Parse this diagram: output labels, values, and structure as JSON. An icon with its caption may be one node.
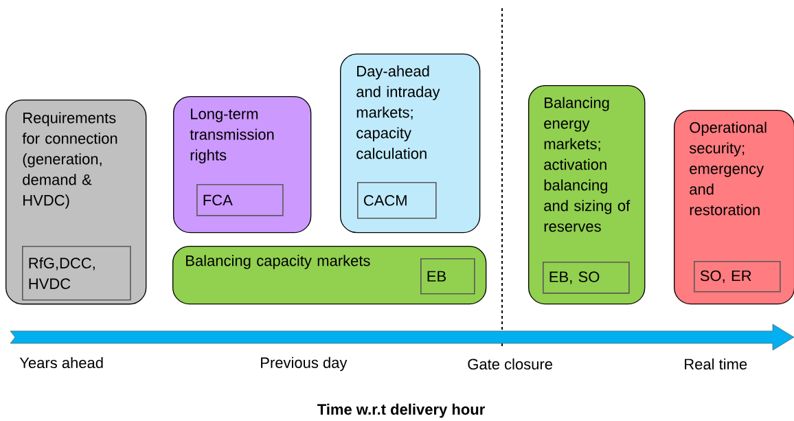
{
  "diagram": {
    "caption": "Time w.r.t delivery hour",
    "nodes": [
      {
        "text": [
          "Requirements for connection (generation, demand & HVDC)"
        ]
      },
      {
        "text": [
          "RfG,DCC, HVDC"
        ],
        "in": 0
      },
      {
        "text": [
          "Long-term transmission rights"
        ]
      },
      {
        "text": [
          "FCA"
        ],
        "in": 2
      },
      {
        "text": [
          "Day-ahead and intraday markets; capacity calculation"
        ]
      },
      {
        "text": [
          "CACM"
        ],
        "in": 4
      },
      {
        "text": [
          "Balancing capacity markets"
        ]
      },
      {
        "text": [
          "EB"
        ],
        "in": 6
      },
      {
        "text": [
          "Balancing energy markets; activation balancing and sizing of reserves"
        ]
      },
      {
        "text": [
          "EB, SO"
        ],
        "in": 8
      },
      {
        "text": [
          "Operational security; emergency and restoration"
        ]
      },
      {
        "text": [
          "SO, ER"
        ],
        "in": 10
      }
    ],
    "labels": [
      "Years ahead",
      "Previous day",
      "Gate closure",
      "Real time"
    ]
  }
}
